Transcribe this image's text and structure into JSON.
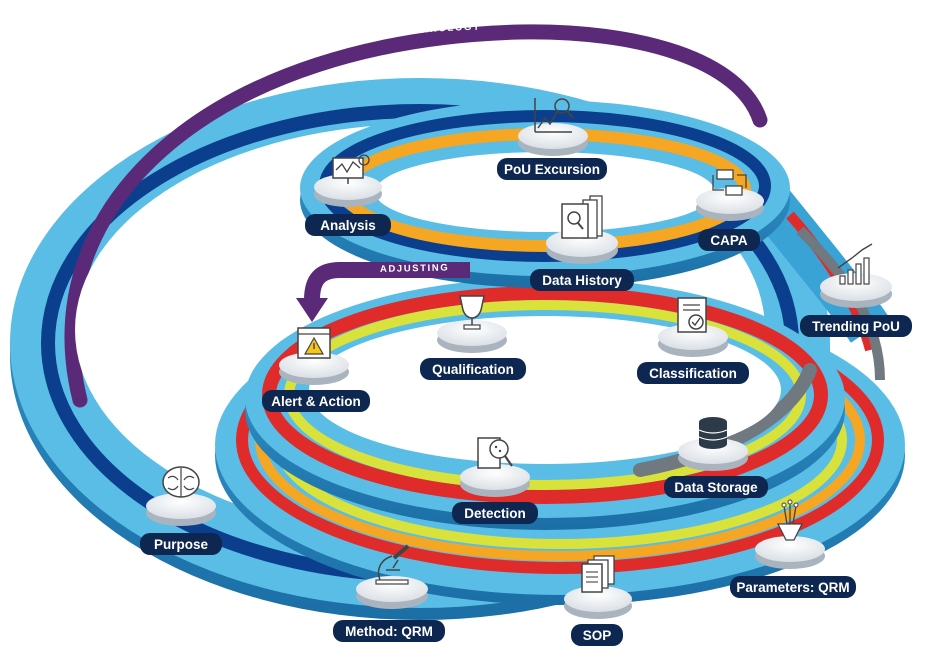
{
  "labels": {
    "changing_technology": "CHANGING TECHNOLOGY",
    "adjusting": "ADJUSTING"
  },
  "nodes": {
    "pou_excursion": "PoU Excursion",
    "analysis": "Analysis",
    "capa": "CAPA",
    "data_history": "Data History",
    "trending_pou": "Trending PoU",
    "alert_action": "Alert & Action",
    "qualification": "Qualification",
    "classification": "Classification",
    "data_storage": "Data Storage",
    "detection": "Detection",
    "purpose": "Purpose",
    "parameters_qrm": "Parameters: QRM",
    "method_qrm": "Method: QRM",
    "sop": "SOP"
  },
  "colors": {
    "ring_light": "#4fb8e2",
    "ring_side": "#1f7fb5",
    "ring_dark_band": "#0b3f8e",
    "purple": "#5a2a78",
    "orange": "#f5a623",
    "red": "#e02b2b",
    "yellow_green": "#d8e23a",
    "gray": "#707880",
    "label_bg": "#0d2750"
  }
}
